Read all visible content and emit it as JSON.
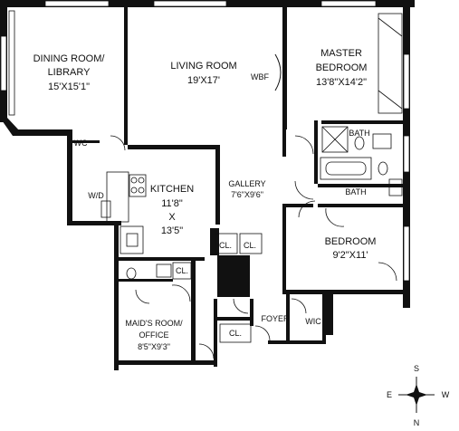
{
  "rooms": {
    "dining": {
      "name_line1": "DINING ROOM/",
      "name_line2": "LIBRARY",
      "dims": "15'X15'1\""
    },
    "living": {
      "name": "LIVING ROOM",
      "dims": "19'X17'"
    },
    "wbf": "WBF",
    "master": {
      "name_line1": "MASTER",
      "name_line2": "BEDROOM",
      "dims": "13'8\"X14'2\""
    },
    "bath_master": "BATH",
    "bath_hall": "BATH",
    "kitchen": {
      "name": "KITCHEN",
      "dim1": "11'8\"",
      "x": "X",
      "dim2": "13'5\""
    },
    "gallery": {
      "name": "GALLERY",
      "dims": "7'6\"X9'6\""
    },
    "wc": "WC",
    "wd": "W/D",
    "cl1": "CL.",
    "cl2": "CL.",
    "cl3": "CL.",
    "cl4": "CL.",
    "bedroom": {
      "name": "BEDROOM",
      "dims": "9'2\"X11'"
    },
    "maid": {
      "name_line1": "MAID'S ROOM/",
      "name_line2": "OFFICE",
      "dims": "8'5\"X9'3\""
    },
    "foyer": "FOYER",
    "wic": "WIC"
  },
  "compass": {
    "n": "N",
    "s": "S",
    "e": "E",
    "w": "W"
  }
}
